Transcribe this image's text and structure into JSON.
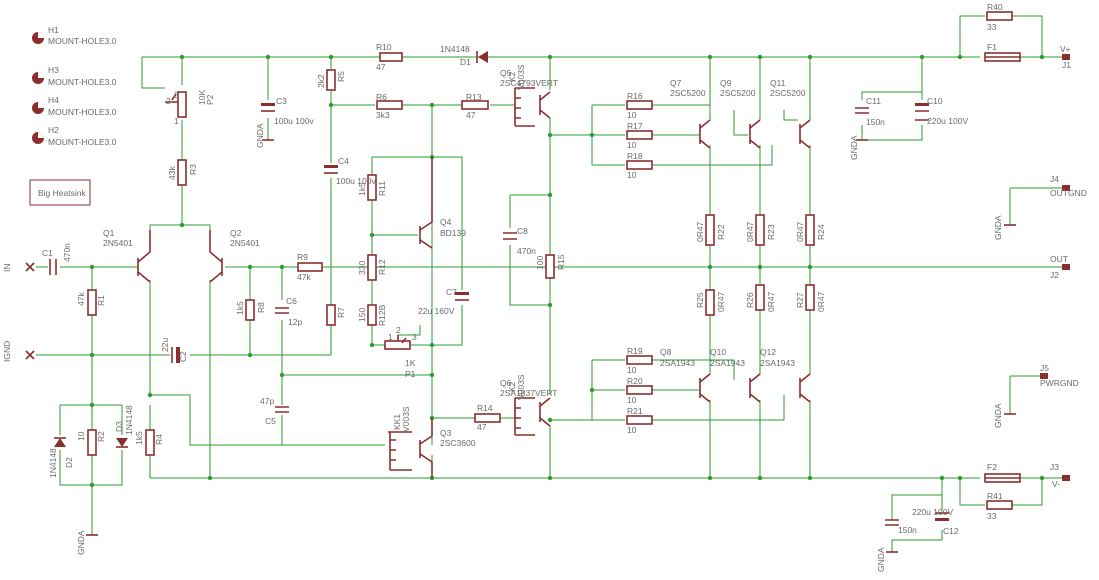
{
  "holes": [
    {
      "ref": "H1",
      "value": "MOUNT-HOLE3.0"
    },
    {
      "ref": "H3",
      "value": "MOUNT-HOLE3.0"
    },
    {
      "ref": "H4",
      "value": "MOUNT-HOLE3.0"
    },
    {
      "ref": "H2",
      "value": "MOUNT-HOLE3.0"
    }
  ],
  "heatsink_label": "Big Heatsink",
  "resistors": {
    "R10": {
      "ref": "R10",
      "value": "47"
    },
    "R5": {
      "ref": "R5",
      "value": "2k2"
    },
    "R6": {
      "ref": "R6",
      "value": "3k3"
    },
    "R13": {
      "ref": "R13",
      "value": "47"
    },
    "R3": {
      "ref": "R3",
      "value": "43k"
    },
    "R11": {
      "ref": "R11",
      "value": "1k5"
    },
    "R12": {
      "ref": "R12",
      "value": "330"
    },
    "R12B": {
      "ref": "R12B",
      "value": "150"
    },
    "R9": {
      "ref": "R9",
      "value": "47k"
    },
    "R1": {
      "ref": "R1",
      "value": "47k"
    },
    "R8": {
      "ref": "R8",
      "value": "1k5"
    },
    "R7": {
      "ref": "R7",
      "value": ""
    },
    "R2": {
      "ref": "R2",
      "value": "10"
    },
    "R4": {
      "ref": "R4",
      "value": "1k5"
    },
    "R14": {
      "ref": "R14",
      "value": "47"
    },
    "R15": {
      "ref": "R15",
      "value": "100"
    },
    "R16": {
      "ref": "R16",
      "value": "10"
    },
    "R17": {
      "ref": "R17",
      "value": "10"
    },
    "R18": {
      "ref": "R18",
      "value": "10"
    },
    "R19": {
      "ref": "R19",
      "value": "10"
    },
    "R20": {
      "ref": "R20",
      "value": "10"
    },
    "R21": {
      "ref": "R21",
      "value": "10"
    },
    "R22": {
      "ref": "R22",
      "value": "0R47"
    },
    "R23": {
      "ref": "R23",
      "value": "0R47"
    },
    "R24": {
      "ref": "R24",
      "value": "0R47"
    },
    "R25": {
      "ref": "R25",
      "value": "0R47"
    },
    "R26": {
      "ref": "R26",
      "value": "0R47"
    },
    "R27": {
      "ref": "R27",
      "value": "0R47"
    },
    "R40": {
      "ref": "R40",
      "value": "33"
    },
    "R41": {
      "ref": "R41",
      "value": "33"
    }
  },
  "capacitors": {
    "C1": {
      "ref": "C1",
      "value": "470n"
    },
    "C2": {
      "ref": "C2",
      "value": "22u"
    },
    "C3": {
      "ref": "C3",
      "value": "100u 100v"
    },
    "C4": {
      "ref": "C4",
      "value": "100u 100v"
    },
    "C5": {
      "ref": "C5",
      "value": "47p"
    },
    "C6": {
      "ref": "C6",
      "value": "12p"
    },
    "C7": {
      "ref": "C7",
      "value": "22u 160V"
    },
    "C8": {
      "ref": "C8",
      "value": "470n"
    },
    "C10": {
      "ref": "C10",
      "value": "220u 100V"
    },
    "C11": {
      "ref": "C11",
      "value": "150n"
    },
    "C12": {
      "ref": "C12",
      "value": "220u 100V"
    },
    "C13": {
      "ref": "",
      "value": "150n"
    }
  },
  "transistors": {
    "Q1": {
      "ref": "Q1",
      "value": "2N5401"
    },
    "Q2": {
      "ref": "Q2",
      "value": "2N5401"
    },
    "Q3": {
      "ref": "Q3",
      "value": "2SC3600"
    },
    "Q4": {
      "ref": "Q4",
      "value": "BD139"
    },
    "Q5": {
      "ref": "Q5",
      "value": "2SC4793VERT"
    },
    "Q6": {
      "ref": "Q6",
      "value": "2SA1837VERT"
    },
    "Q7": {
      "ref": "Q7",
      "value": "2SC5200"
    },
    "Q9": {
      "ref": "Q9",
      "value": "2SC5200"
    },
    "Q11": {
      "ref": "Q11",
      "value": "2SC5200"
    },
    "Q8": {
      "ref": "Q8",
      "value": "2SA1943"
    },
    "Q10": {
      "ref": "Q10",
      "value": "2SA1943"
    },
    "Q12": {
      "ref": "Q12",
      "value": "2SA1943"
    }
  },
  "heatsinks": {
    "KK1": {
      "ref": "KK1",
      "value": "V003S"
    },
    "KK2": {
      "ref": "K2",
      "value": "V003S"
    },
    "KK3": {
      "ref": "K2",
      "value": "V003S"
    }
  },
  "diodes": {
    "D1": {
      "ref": "D1",
      "value": "1N4148"
    },
    "D2": {
      "ref": "D2",
      "value": "1N4148"
    },
    "D3": {
      "ref": "D3",
      "value": "1N4148"
    }
  },
  "pots": {
    "P1": {
      "ref": "P1",
      "value": "1K",
      "pins": [
        "1",
        "2",
        "3"
      ]
    },
    "P2": {
      "ref": "P2",
      "value": "10K",
      "pins": [
        "1",
        "2",
        "3"
      ]
    }
  },
  "fuses": {
    "F1": "F1",
    "F2": "F2"
  },
  "connectors": {
    "J1": {
      "ref": "J1",
      "label": "V+"
    },
    "J2": {
      "ref": "J2",
      "label": "OUT"
    },
    "J3": {
      "ref": "J3",
      "label": "V-"
    },
    "J4": {
      "ref": "J4",
      "label": "OUTGND"
    },
    "J5": {
      "ref": "J5",
      "label": "PWRGND"
    }
  },
  "ports": {
    "in": "IN",
    "ignd": "IGND"
  },
  "grounds": [
    "GNDA",
    "GNDA",
    "GNDA",
    "GNDA",
    "GNDA",
    "GNDA"
  ]
}
